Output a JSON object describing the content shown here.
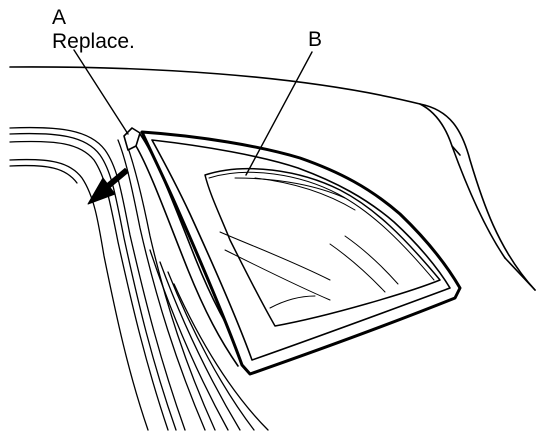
{
  "callouts": {
    "a": {
      "letter": "A",
      "text": "Replace."
    },
    "b": {
      "letter": "B"
    }
  },
  "colors": {
    "ink": "#000000",
    "paper": "#ffffff"
  },
  "icons": {
    "direction_arrow": "removal-direction-arrow-icon"
  }
}
